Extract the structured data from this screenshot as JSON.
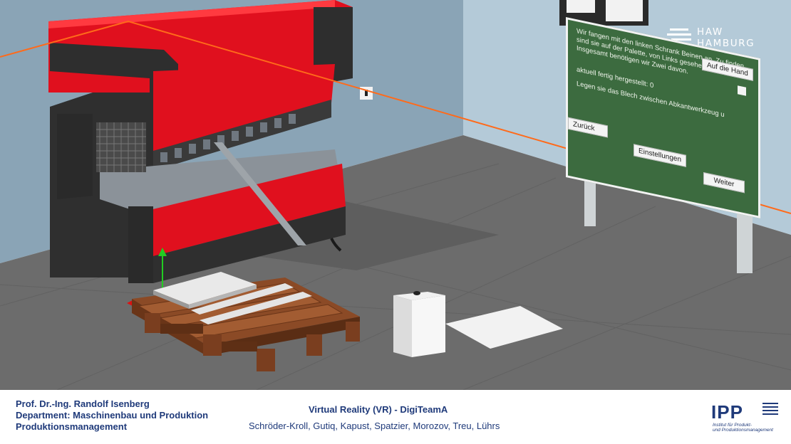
{
  "scene": {
    "logo": {
      "line1": "HAW",
      "line2": "HAMBURG"
    },
    "board": {
      "text_line1": "Wir fangen mit den linken Schrank Beinen an. Zu finden",
      "text_line2": "sind sie auf der Palette, von Links gesehen die ersten.",
      "text_line3": "Insgesamt benötigen wir Zwei davon.",
      "progress": "aktuell fertig hergestellt: 0",
      "instruction": "Legen sie das Blech zwischen Abkantwerkzeug u",
      "button_hand": "Auf die Hand",
      "button_back": "Zurück",
      "button_settings": "Einstellungen",
      "button_next": "Weiter"
    },
    "colors": {
      "press_red": "#e0101e",
      "wall_blue": "#a9c3d3",
      "floor_gray": "#6f6f6f",
      "board_green": "#3c6b3f",
      "laser_orange": "#ff6a1a",
      "pallet_wood": "#8b4a26"
    }
  },
  "footer": {
    "prof_line1": "Prof. Dr.-Ing. Randolf Isenberg",
    "prof_line2": "Department: Maschinenbau und Produktion",
    "prof_line3": "Produktionsmanagement",
    "title": "Virtual Reality (VR) - DigiTeamA",
    "authors": "Schröder-Kroll, Gutiq, Kapust, Spatzier, Morozov, Treu, Lührs",
    "ipp_logo": "IPP",
    "ipp_sub_line1": "Institut für Produkt-",
    "ipp_sub_line2": "und Produktionsmanagement"
  }
}
